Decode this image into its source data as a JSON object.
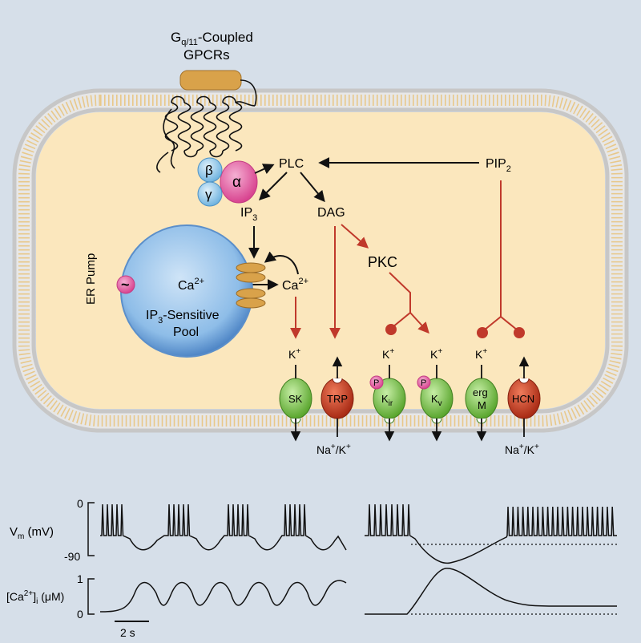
{
  "colors": {
    "background": "#d6dfe9",
    "cytoplasm": "#fbe7bd",
    "membrane_head": "#d8d8d8",
    "black_arrow": "#111111",
    "red_arrow": "#c0392b",
    "gpcr_ligand": "#d9a24a",
    "er_pool": "#8ebde8",
    "green_channel": "#7bc94a",
    "red_channel": "#cc3a22",
    "alpha": "#e0609f",
    "beta_gamma": "#8ec8ea"
  },
  "receptor": {
    "title_main": "G",
    "title_sub": "q/11",
    "title_rest": "-Coupled",
    "title_line2": "GPCRs"
  },
  "gprotein": {
    "beta": "β",
    "gamma": "γ",
    "alpha": "α"
  },
  "signals": {
    "plc": "PLC",
    "pip2_main": "PIP",
    "pip2_sub": "2",
    "ip3_main": "IP",
    "ip3_sub": "3",
    "dag": "DAG",
    "pkc": "PKC",
    "ca_main": "Ca",
    "ca_sup": "2+"
  },
  "er": {
    "pump_label": "ER Pump",
    "pump_symbol": "~",
    "pool_line1_main": "IP",
    "pool_line1_sub": "3",
    "pool_line1_rest": "-Sensitive",
    "pool_line2": "Pool"
  },
  "channels": {
    "sk": "SK",
    "trp": "TRP",
    "kir_main": "K",
    "kir_sub": "ir",
    "kv_main": "K",
    "kv_sub": "v",
    "erg_line1": "erg",
    "erg_line2": "M",
    "hcn": "HCN",
    "k_main": "K",
    "k_sup": "+",
    "na_main": "Na",
    "slash_k": "/K",
    "phospho": "P"
  },
  "traces": {
    "vm_main": "V",
    "vm_sub": "m",
    "vm_unit": " (mV)",
    "vm_top": "0",
    "vm_bottom": "-90",
    "ca_label_open": "[Ca",
    "ca_label_sup": "2+",
    "ca_label_close": "]",
    "ca_label_sub": "i",
    "ca_unit": " (μM)",
    "ca_top": "1",
    "ca_bottom": "0",
    "scale_bar": "2 s"
  }
}
